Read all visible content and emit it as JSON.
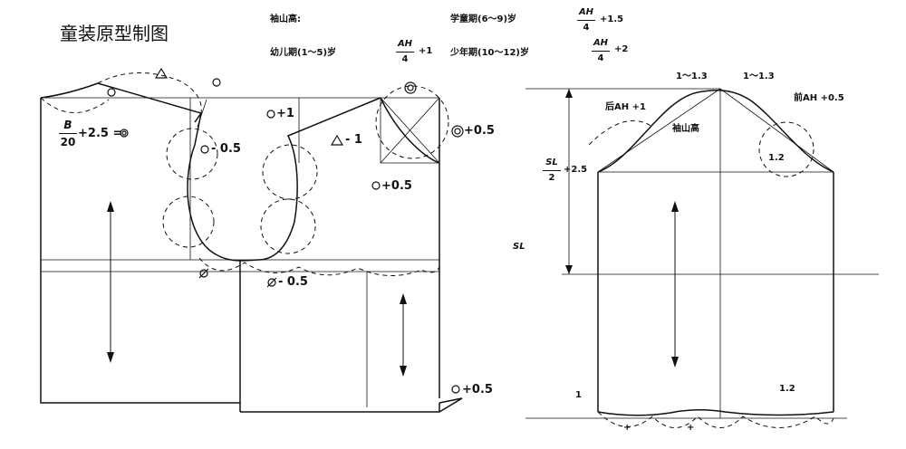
{
  "title": "童装原型制图",
  "sleeve_cap_height": {
    "heading": "袖山高:",
    "infant": {
      "label": "幼儿期(1～5)岁",
      "numerator": "AH",
      "denominator": "4",
      "addend": "+1"
    },
    "school": {
      "label": "学童期(6～9)岁",
      "numerator": "AH",
      "denominator": "4",
      "addend": "+1.5"
    },
    "youth": {
      "label": "少年期(10～12)岁",
      "numerator": "AH",
      "denominator": "4",
      "addend": "+2"
    }
  },
  "bodice": {
    "neck_formula_num": "B",
    "neck_formula_den": "20",
    "neck_formula_rest": "+2.5 =",
    "circle_plus1": "+1",
    "circle_minus05": "- 0.5",
    "triangle_minus1": "- 1",
    "double_circle_plus05": "+0.5",
    "circle_plus05": "+0.5",
    "slash_circle_minus05": "- 0.5",
    "hem_plus05": "+0.5"
  },
  "sleeve": {
    "top_left_note": "1～1.3",
    "top_right_note": "1～1.3",
    "back_ah": "后AH +1",
    "front_ah": "前AH +0.5",
    "cap_height": "袖山高",
    "cap_formula_num": "SL",
    "cap_formula_den": "2",
    "cap_formula_rest": "+2.5",
    "sl_label": "SL",
    "value_12_cap": "1.2",
    "value_1_hem": "1",
    "value_12_hem": "1.2",
    "plus_left": "+",
    "plus_right": "+"
  }
}
